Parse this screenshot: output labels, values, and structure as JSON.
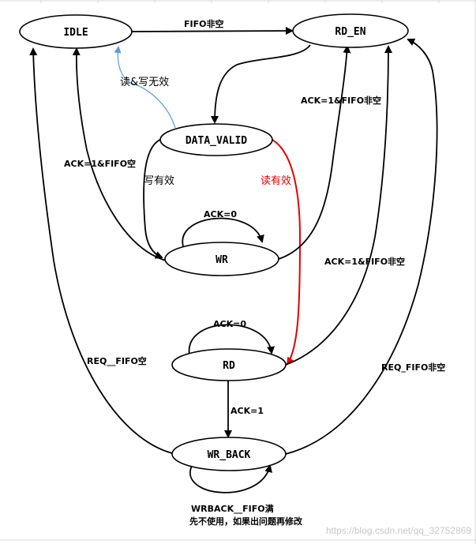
{
  "states": {
    "idle": "IDLE",
    "rd_en": "RD_EN",
    "data_valid": "DATA_VALID",
    "wr": "WR",
    "rd": "RD",
    "wr_back": "WR_BACK"
  },
  "transitions": {
    "idle_to_rden": "FIFO非空",
    "datavalid_to_idle": "读&写无效",
    "rden_from_wr": "ACK=1&FIFO非空",
    "wr_to_idle": "ACK=1&FIFO空",
    "datavalid_to_wr": "写有效",
    "datavalid_to_rd": "读有效",
    "wr_self": "ACK=0",
    "rden_from_rd": "ACK=1&FIFO非空",
    "rd_self": "ACK=0",
    "wrback_to_idle": "REQ__FIFO空",
    "wrback_to_rden": "REQ_FIFO非空",
    "rd_to_wrback": "ACK=1",
    "wrback_self": "WRBACK__FIFO满"
  },
  "note": "先不使用，如果出问题再修改",
  "watermark": "https://blog.csdn.net/qq_32752869",
  "colors": {
    "edge": "#000000",
    "read_valid_edge": "#e60000",
    "no_op_edge": "#5b9bd5",
    "grid": "#d9d9d9"
  }
}
